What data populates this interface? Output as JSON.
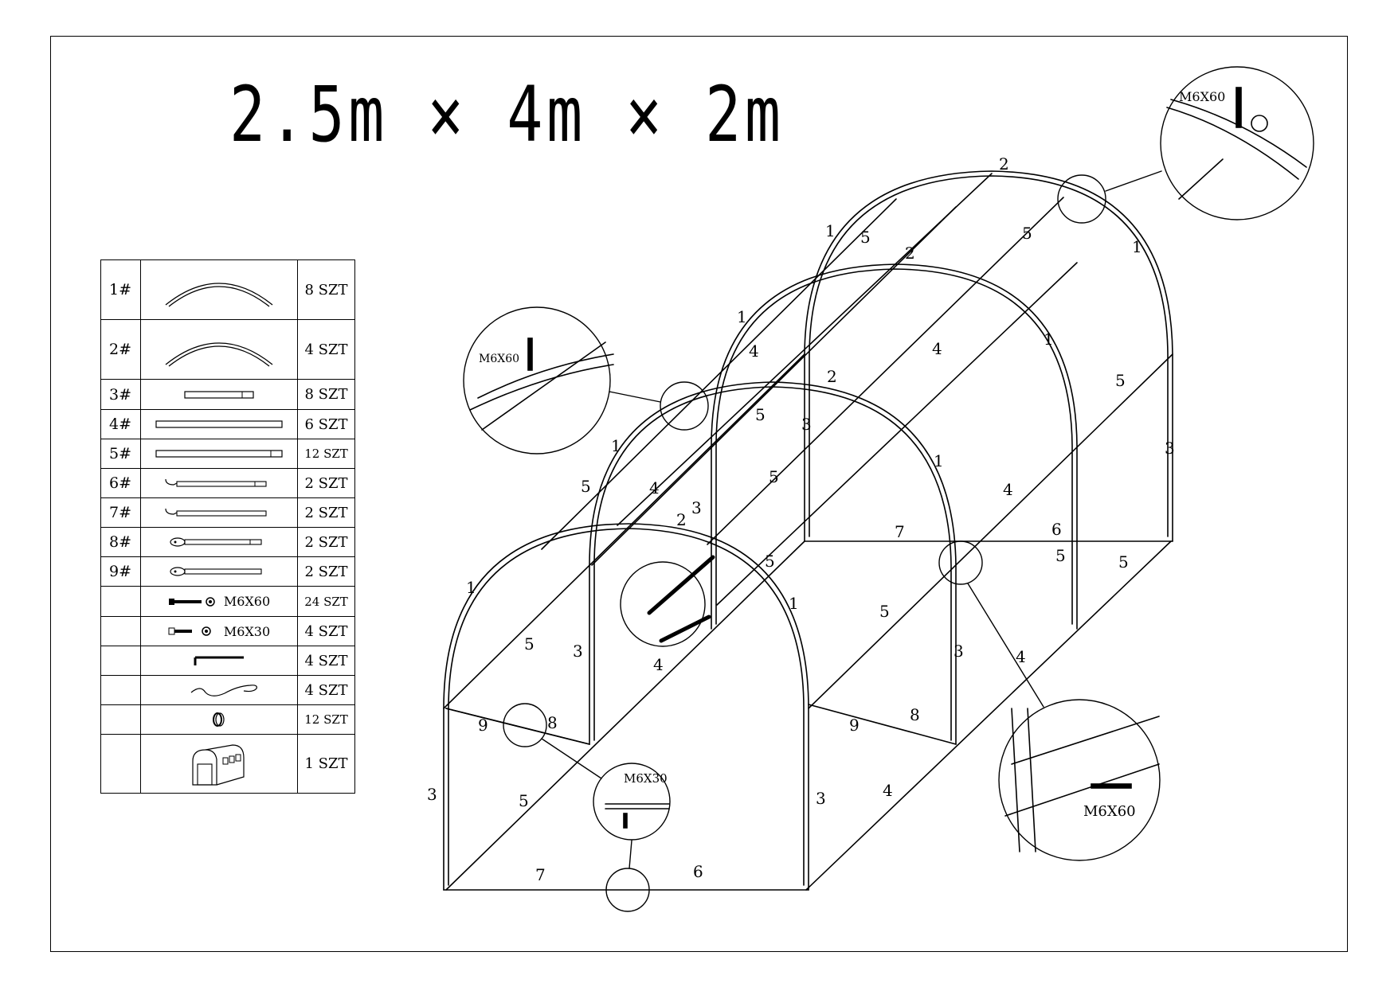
{
  "title": "2.5m × 4m × 2m",
  "parts": [
    {
      "id": "1#",
      "icon": "arch-long-icon",
      "qty": "8 SZT"
    },
    {
      "id": "2#",
      "icon": "arch-icon",
      "qty": "4 SZT"
    },
    {
      "id": "3#",
      "icon": "short-tube-icon",
      "qty": "8 SZT"
    },
    {
      "id": "4#",
      "icon": "long-tube-icon",
      "qty": "6 SZT"
    },
    {
      "id": "5#",
      "icon": "tube-with-end-icon",
      "qty": "12 SZT"
    },
    {
      "id": "6#",
      "icon": "hooked-tube-icon",
      "qty": "2 SZT"
    },
    {
      "id": "7#",
      "icon": "hooked-tube-icon",
      "qty": "2 SZT"
    },
    {
      "id": "8#",
      "icon": "flattened-tube-icon",
      "qty": "2 SZT"
    },
    {
      "id": "9#",
      "icon": "flattened-tube-icon",
      "qty": "2 SZT"
    },
    {
      "id": "",
      "icon": "bolt-nut-icon",
      "label": "M6X60",
      "qty": "24 SZT"
    },
    {
      "id": "",
      "icon": "bolt-nut-icon",
      "label": "M6X30",
      "qty": "4 SZT"
    },
    {
      "id": "",
      "icon": "ground-peg-icon",
      "qty": "4 SZT"
    },
    {
      "id": "",
      "icon": "rope-icon",
      "qty": "4 SZT"
    },
    {
      "id": "",
      "icon": "clip-icon",
      "qty": "12 SZT"
    },
    {
      "id": "",
      "icon": "greenhouse-cover-icon",
      "qty": "1 SZT"
    }
  ],
  "detail_labels": {
    "top_right": "M6X60",
    "left": "M6X60",
    "bottom_center": "M6X30",
    "bottom_right": "M6X60"
  },
  "part_labels": {
    "front_arch_left": "1",
    "front_arch_right": "1",
    "front_top_left": "2",
    "front_post_left": "3",
    "front_post_right": "3",
    "bottom_left": "7",
    "bottom_right": "6",
    "front_brace_left": "9",
    "front_brace_right": "8",
    "rear_brace_left": "7",
    "rear_brace_right": "6",
    "mid_brace_left": "9",
    "mid_brace_right": "8",
    "rail_a": "5",
    "rail_b": "4",
    "rail_c": "5",
    "rail_d": "4",
    "rail_e": "5",
    "rail_f": "4",
    "rail_g": "5",
    "rail_h": "4",
    "rail_i": "5",
    "rail_j": "5",
    "rail_k": "5",
    "rail_l": "4",
    "rail_m": "5",
    "rail_n": "4",
    "arch2_left": "1",
    "arch2_top": "2",
    "arch2_right": "1",
    "arch2_post": "3",
    "arch2_post_r": "3",
    "arch3_left": "1",
    "arch3_top": "2",
    "arch3_right": "1",
    "arch3_post": "3",
    "arch3_post_r": "3",
    "arch4_left": "1",
    "arch4_top": "2",
    "arch4_right": "1",
    "arch4_post": "3",
    "rail_o": "5",
    "rail_p": "5",
    "rail_q": "4",
    "rail_r": "5",
    "rail_s": "5",
    "rail_t": "4",
    "rail_u": "5",
    "rail_v": "5"
  }
}
